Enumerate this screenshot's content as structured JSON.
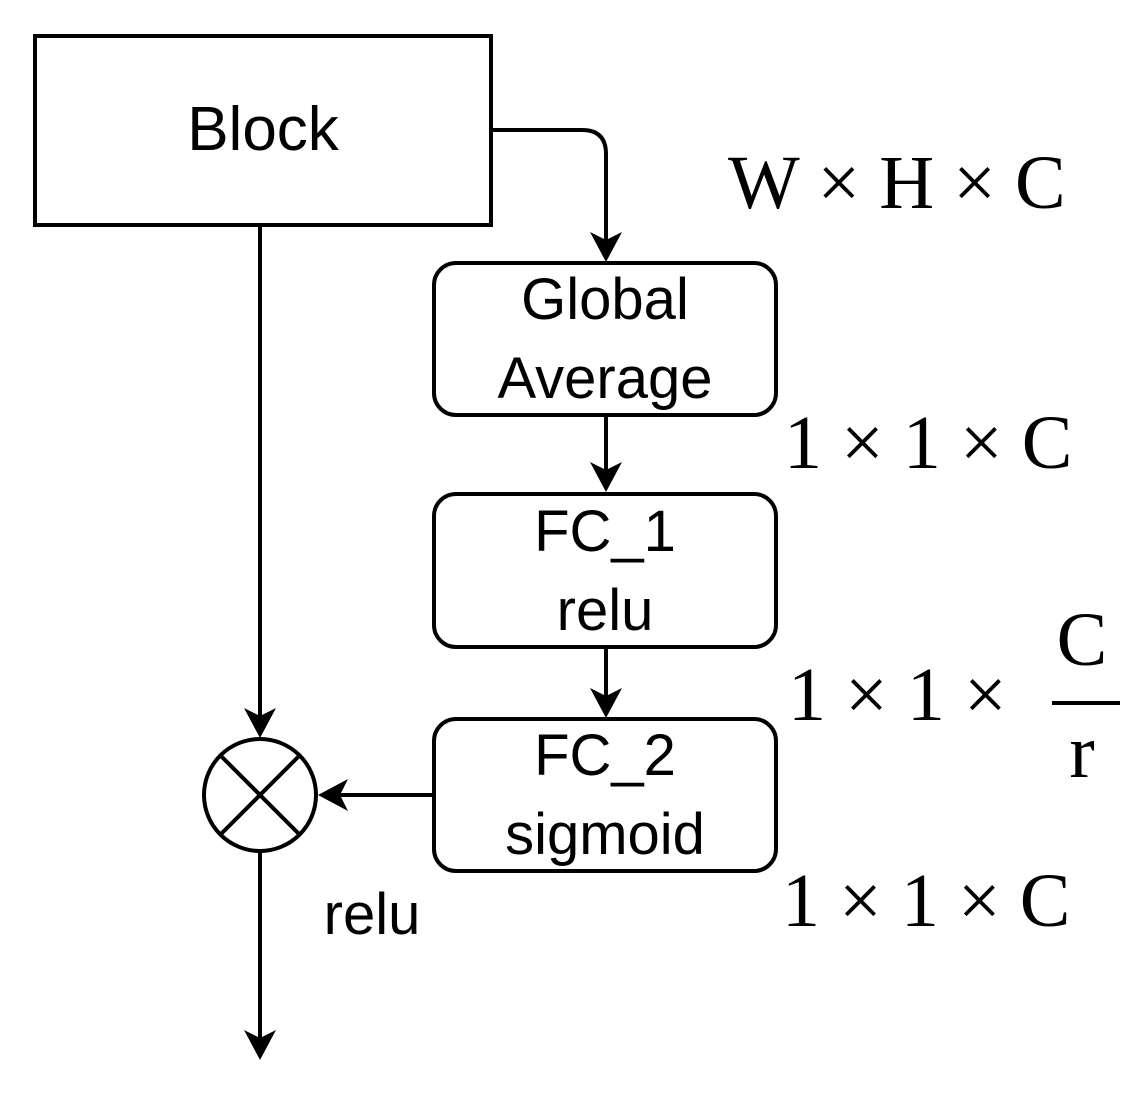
{
  "nodes": {
    "block": {
      "label": "Block"
    },
    "global_average": {
      "line1": "Global",
      "line2": "Average"
    },
    "fc1": {
      "line1": "FC_1",
      "line2": "relu"
    },
    "fc2": {
      "line1": "FC_2",
      "line2": "sigmoid"
    },
    "multiply": {
      "symbol": "⊗"
    }
  },
  "labels": {
    "output_activation": "relu"
  },
  "dimensions": {
    "input": "W × H × C",
    "after_pool": "1 × 1 × C",
    "after_fc1_prefix": "1 × 1 ×",
    "after_fc1_numerator": "C",
    "after_fc1_denominator": "r",
    "after_fc2": "1 × 1 × C"
  }
}
